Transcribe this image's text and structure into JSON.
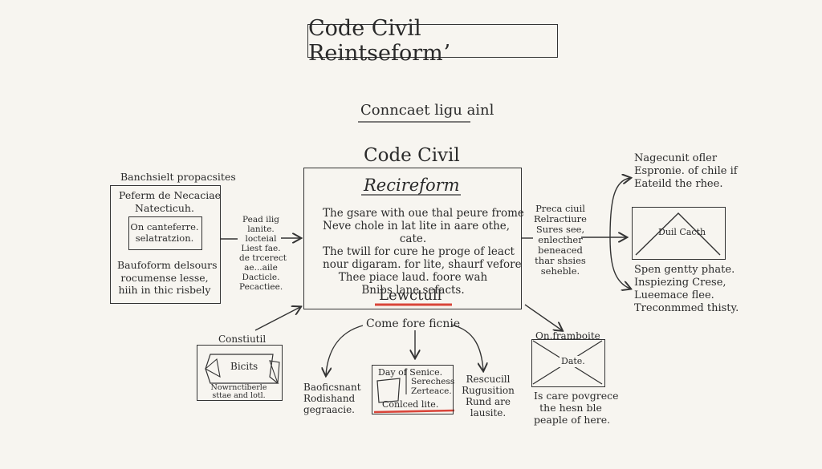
{
  "title": "Code Civil Reintseformʼ",
  "subtitle": "Conncaet ligu ainl",
  "center": {
    "heading": "Code Civil",
    "box_title": "Recireform",
    "lines": [
      "The gsare with oue thal peure frome",
      "Neve chole in lat lite in aare othe,",
      "cate.",
      "The twill for cure he proge of leact",
      "nour digaram. for lite, shaurf vefore",
      "Thee piace laud. foore wah",
      "Bnibs lane sefacts."
    ],
    "highlight": "Lewctull",
    "below_label": "Come fore ficnie"
  },
  "left": {
    "heading": "Banchsielt propacsites",
    "top_lines": [
      "Peferm de Necaciae",
      "Natecticuh."
    ],
    "inner_lines": [
      "On canteferre.",
      "selatratzion."
    ],
    "bottom_lines": [
      "Baufoform delsours",
      "rocumense lesse,",
      "hiih in thic risbely"
    ]
  },
  "mid_left_notes": [
    "Pead ilig",
    "lanite.",
    "locteial",
    "Liest fae.",
    "de trcerect",
    "ae...aile",
    "Dacticle.",
    "Pecactiee."
  ],
  "constitl": {
    "label": "Constiutil",
    "inner": "Bicits",
    "bottom_lines": [
      "Nowrnctiberle",
      "sttae and lotl."
    ]
  },
  "bottom_left_text": [
    "Baoficsnant",
    "Rodishand",
    "gegraacie."
  ],
  "day_box": {
    "lines": [
      "Day of Senice.",
      "Serechess",
      "Zerteace."
    ],
    "highlight": "Conlced lite."
  },
  "bottom_mid_text": [
    "Rescucill",
    "Rugusition",
    "Rund are",
    "lausite."
  ],
  "right_mid_text": [
    "Preca ciuil",
    "Relractiure",
    "Sures see,",
    "enlecther",
    "beneaced",
    "thar shsies",
    "seheble."
  ],
  "right_top_text": [
    "Nagecunit ofler",
    "Espronie. of chile if",
    "Eateild the rhee."
  ],
  "right_box_label": "Duil Cacth",
  "right_bottom_text": [
    "Spen gentty phate.",
    "Inspiezing Crese,",
    "Lueemace flee.",
    "Treconmmed thisty."
  ],
  "onframb": {
    "label": "On.framboite",
    "inner": "Date."
  },
  "bottom_right_text": [
    "Is care povgrece",
    "the hesn ble",
    "peaple of here."
  ],
  "colors": {
    "ink": "#2a2a2a",
    "paper": "#f7f5f0",
    "highlight": "#d9453a"
  }
}
